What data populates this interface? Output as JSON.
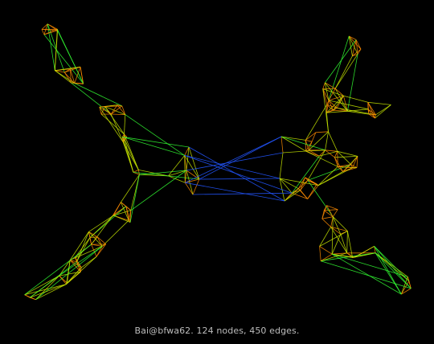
{
  "caption": "Bai@bfwa62. 124 nodes, 450 edges.",
  "graph": {
    "node_count": 124,
    "edge_count": 450,
    "background": "#000000",
    "edge_colors": {
      "short": "#ff8c00",
      "medium": "#c8e600",
      "long": "#33ff33",
      "bridge": "#2255ff"
    }
  }
}
